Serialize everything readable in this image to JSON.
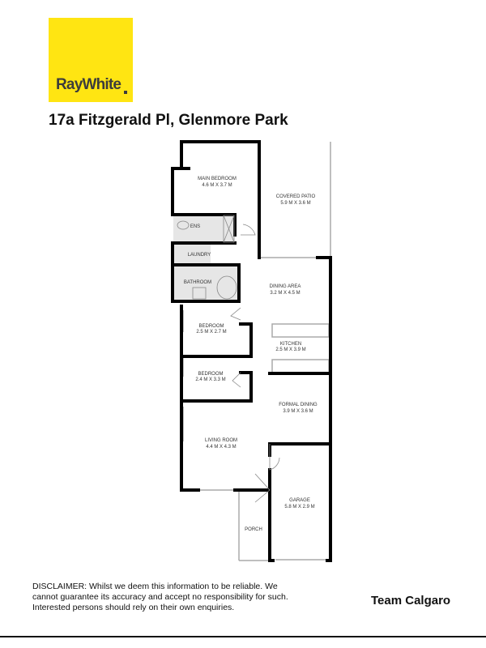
{
  "brand": {
    "name": "RayWhite",
    "color": "#ffe512"
  },
  "title": "17a Fitzgerald Pl, Glenmore Park",
  "rooms": [
    {
      "name": "MAIN BEDROOM",
      "size": "4.6 M X 3.7 M"
    },
    {
      "name": "COVERED PATIO",
      "size": "5.9 M X 3.6 M"
    },
    {
      "name": "ENS"
    },
    {
      "name": "LAUNDRY"
    },
    {
      "name": "BATHROOM"
    },
    {
      "name": "DINING AREA",
      "size": "3.2 M X 4.5 M"
    },
    {
      "name": "BEDROOM",
      "size": "2.5 M X 2.7 M"
    },
    {
      "name": "KITCHEN",
      "size": "2.5 M X 3.9 M"
    },
    {
      "name": "BEDROOM",
      "size": "2.4 M X 3.3 M"
    },
    {
      "name": "FORMAL DINING",
      "size": "3.9 M X 3.6 M"
    },
    {
      "name": "LIVING ROOM",
      "size": "4.4 M X 4.3 M"
    },
    {
      "name": "GARAGE",
      "size": "5.8 M X 2.9 M"
    },
    {
      "name": "PORCH"
    }
  ],
  "disclaimer": "DISCLAIMER: Whilst we deem this information to be reliable. We cannot guarantee its accuracy and accept no responsibility for such. Interested persons should rely on their own enquiries.",
  "team": "Team Calgaro"
}
